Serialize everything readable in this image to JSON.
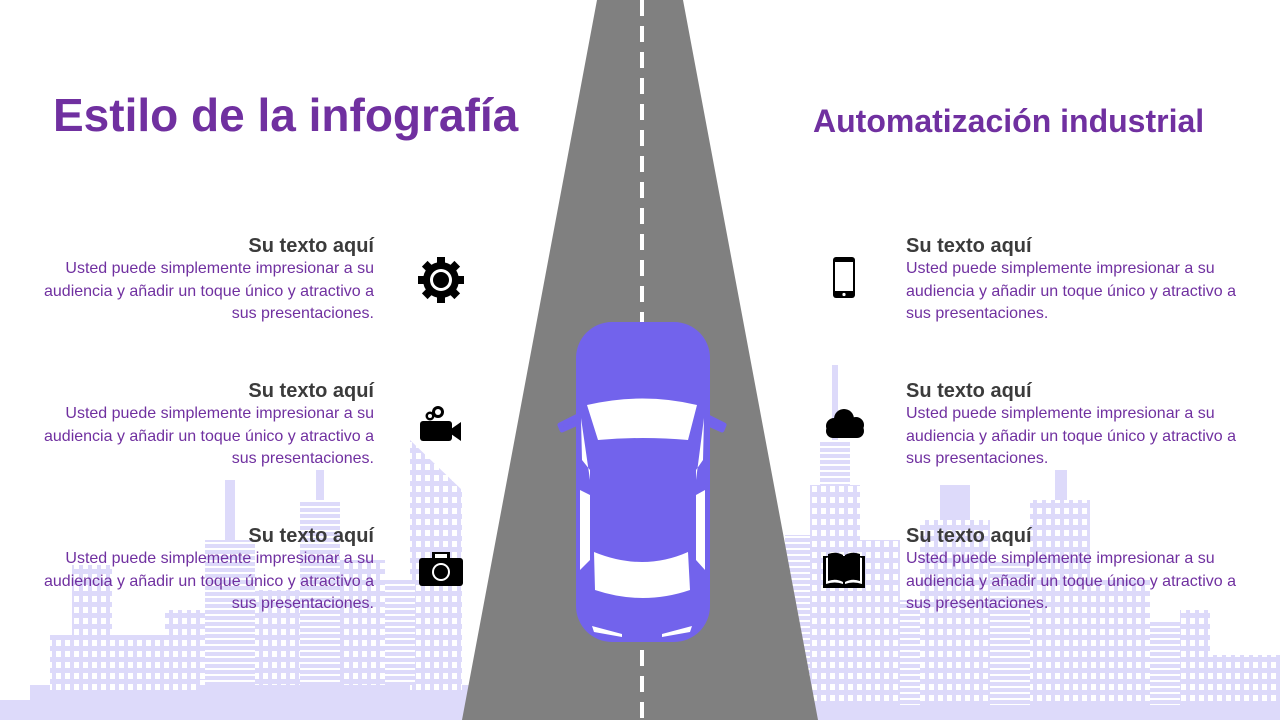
{
  "title": "Estilo de la infografía",
  "subtitle": "Automatización industrial",
  "colors": {
    "accent": "#7030a0",
    "car": "#7263ec",
    "road": "#808080",
    "skyline": "#dddafa"
  },
  "items": [
    {
      "heading": "Su texto aquí",
      "body": "Usted puede simplemente impresionar a su audiencia y añadir un toque único y atractivo a sus presentaciones.",
      "icon": "gear-icon"
    },
    {
      "heading": "Su texto aquí",
      "body": "Usted puede simplemente impresionar a su audiencia y añadir un toque único y atractivo a sus presentaciones.",
      "icon": "video-camera-icon"
    },
    {
      "heading": "Su texto aquí",
      "body": "Usted puede simplemente impresionar a su audiencia y añadir un toque único y atractivo a sus presentaciones.",
      "icon": "camera-icon"
    },
    {
      "heading": "Su texto aquí",
      "body": "Usted puede simplemente impresionar a su audiencia y añadir un toque único y atractivo a sus presentaciones.",
      "icon": "smartphone-icon"
    },
    {
      "heading": "Su texto aquí",
      "body": "Usted puede simplemente impresionar a su audiencia y añadir un toque único y atractivo a sus presentaciones.",
      "icon": "cloud-icon"
    },
    {
      "heading": "Su texto aquí",
      "body": "Usted puede simplemente impresionar a su audiencia y añadir un toque único y atractivo a sus presentaciones.",
      "icon": "book-icon"
    }
  ]
}
